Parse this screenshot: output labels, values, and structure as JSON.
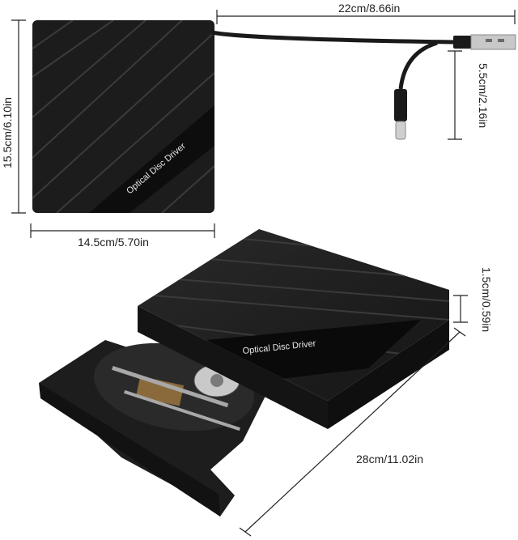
{
  "dimensions": {
    "cable_length": "22cm/8.66in",
    "cable_branch": "5.5cm/2.16in",
    "height": "15.5cm/6.10in",
    "width": "14.5cm/5.70in",
    "thickness": "1.5cm/0.59in",
    "open_length": "28cm/11.02in"
  },
  "product": {
    "label_top": "Optical Disc Driver",
    "label_side": "Optical Disc Driver"
  },
  "colors": {
    "body": "#1c1c1c",
    "stripe": "#3a3a3a",
    "line": "#222222"
  }
}
